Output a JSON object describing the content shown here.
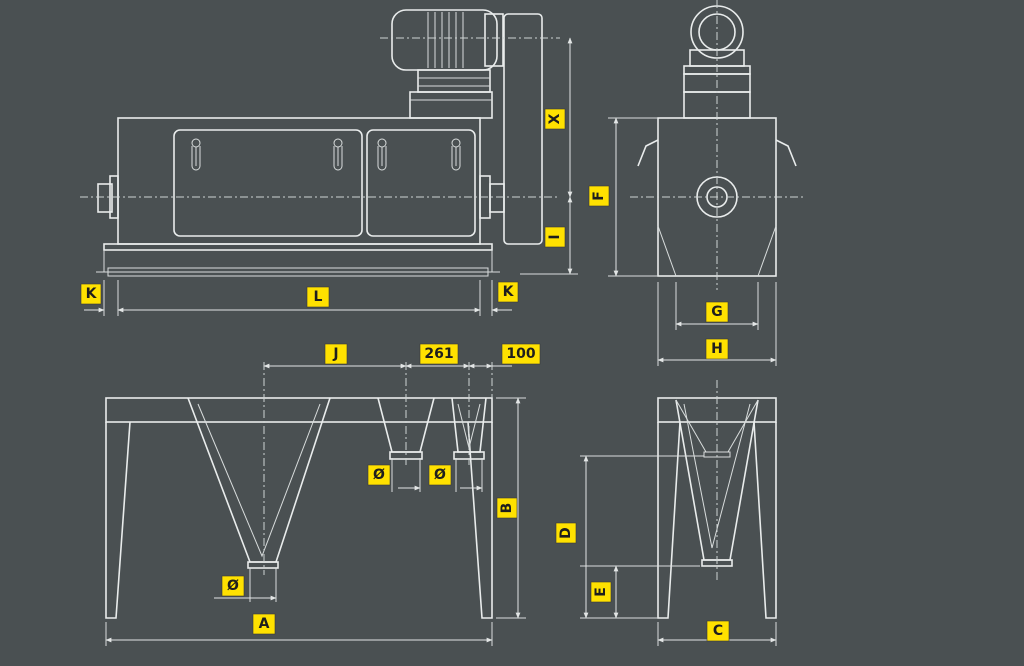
{
  "labels": {
    "a": "A",
    "b": "B",
    "c": "C",
    "d": "D",
    "e": "E",
    "f": "F",
    "g": "G",
    "h": "H",
    "i": "I",
    "j": "J",
    "k": "K",
    "l": "L",
    "x": "X",
    "dia": "Ø",
    "val_261": "261",
    "val_100": "100"
  },
  "colors": {
    "background": "#4a5052",
    "line": "#e9ecec",
    "label_fill": "#ffe100",
    "label_text": "#1e1e1e"
  }
}
